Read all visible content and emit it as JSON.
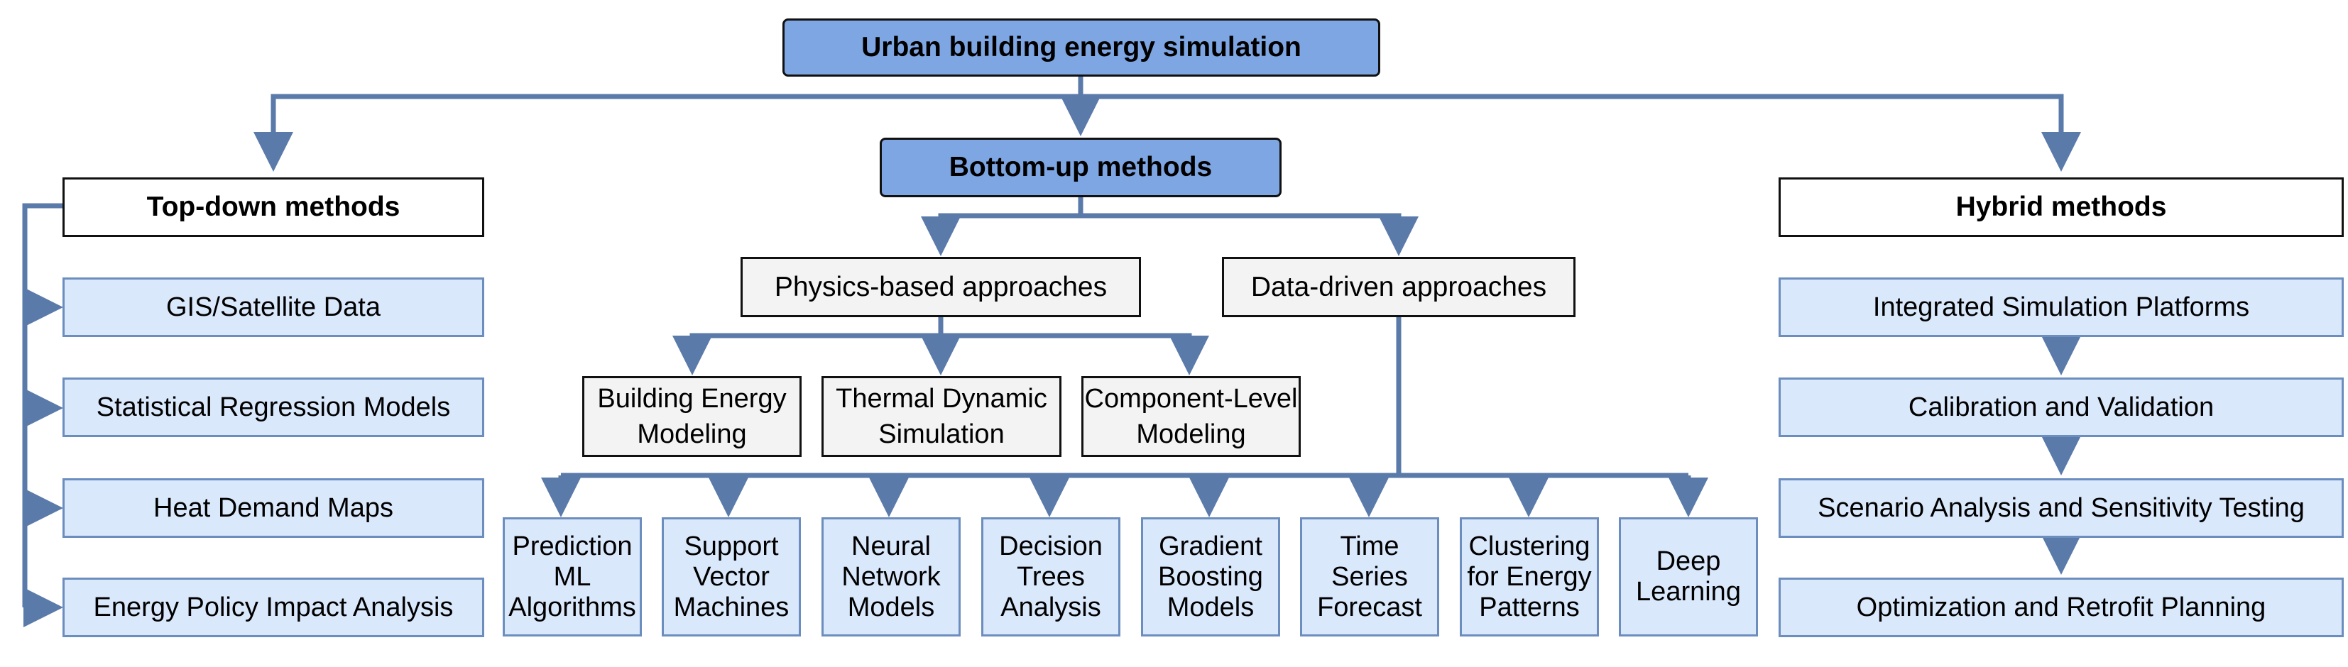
{
  "root": "Urban building energy simulation",
  "top_down": {
    "title": "Top-down methods",
    "items": [
      "GIS/Satellite Data",
      "Statistical Regression Models",
      "Heat Demand Maps",
      "Energy Policy Impact Analysis"
    ]
  },
  "bottom_up": {
    "title": "Bottom-up methods",
    "physics": {
      "title": "Physics-based approaches",
      "items": [
        "Building Energy Modeling",
        "Thermal Dynamic Simulation",
        "Component-Level Modeling"
      ]
    },
    "data_driven": {
      "title": "Data-driven approaches",
      "items": [
        "Prediction ML Algorithms",
        "Support Vector Machines",
        "Neural Network Models",
        "Decision Trees Analysis",
        "Gradient Boosting Models",
        "Time Series Forecast",
        "Clustering for Energy Patterns",
        "Deep Learning"
      ]
    }
  },
  "hybrid": {
    "title": "Hybrid methods",
    "items": [
      "Integrated Simulation Platforms",
      "Calibration and Validation",
      "Scenario Analysis and Sensitivity Testing",
      "Optimization and Retrofit Planning"
    ]
  },
  "colors": {
    "connector": "#5a7aaa",
    "root_fill": "#7ea6e3",
    "leaf_fill": "#dae8fc",
    "leaf_border": "#6c8ebf",
    "sub_fill": "#f3f3f3"
  }
}
